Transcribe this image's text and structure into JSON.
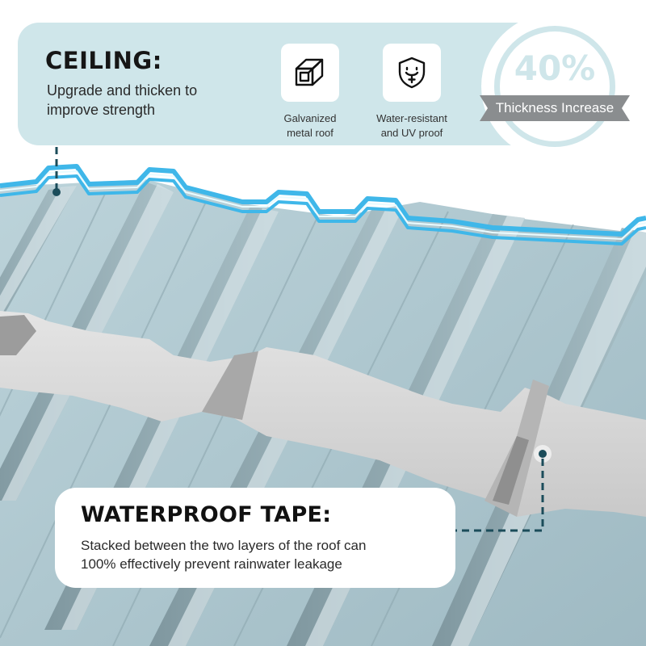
{
  "ceiling": {
    "title": "CEILING:",
    "description": "Upgrade and thicken to improve strength"
  },
  "features": [
    {
      "icon": "metal-profile-icon",
      "label_line1": "Galvanized",
      "label_line2": "metal roof"
    },
    {
      "icon": "shield-smile-icon",
      "label_line1": "Water-resistant",
      "label_line2": "and UV proof"
    }
  ],
  "badge": {
    "value": "40%",
    "label": "Thickness Increase"
  },
  "waterproof_tape": {
    "title": "WATERPROOF TAPE:",
    "description_line1": "Stacked between the two layers of the roof can",
    "description_line2": "100% effectively prevent rainwater leakage"
  },
  "colors": {
    "panel_blue": "#cfe6ea",
    "roof_steel": "#a9c3cb",
    "tape_grey": "#d6d6d6",
    "edge_highlight": "#3fb7e9",
    "callout_line": "#1b4c5a",
    "ribbon_grey": "#8a8d8f"
  }
}
